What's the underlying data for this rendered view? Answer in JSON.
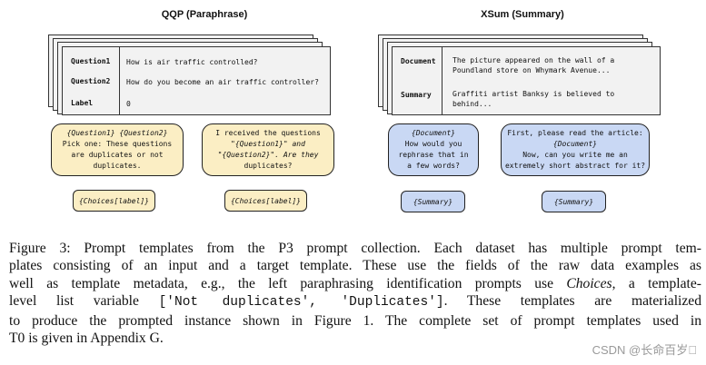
{
  "left_panel": {
    "title": "QQP (Paraphrase)",
    "rows": [
      {
        "key": "Question1",
        "value": "How is air traffic controlled?"
      },
      {
        "key": "Question2",
        "value": "How do you become an air traffic controller?"
      },
      {
        "key": "Label",
        "value": "0"
      }
    ],
    "templates": [
      {
        "lines": [
          "{Question1} {Question2}",
          "Pick one: These questions",
          "are duplicates or not",
          "duplicates."
        ],
        "target": "{Choices[label]}"
      },
      {
        "lines": [
          "I received the questions",
          "\"{Question1}\" and",
          "\"{Question2}\". Are they",
          "duplicates?"
        ],
        "target": "{Choices[label]}"
      }
    ]
  },
  "right_panel": {
    "title": "XSum (Summary)",
    "rows": [
      {
        "key": "Document",
        "value_lines": [
          "The picture appeared on the wall of a",
          "Poundland store on Whymark Avenue..."
        ]
      },
      {
        "key": "Summary",
        "value_lines": [
          "Graffiti artist Banksy is believed to",
          "behind..."
        ]
      }
    ],
    "templates": [
      {
        "lines": [
          "{Document}",
          "How would you",
          "rephrase that in",
          "a few words?"
        ],
        "target": "{Summary}"
      },
      {
        "lines": [
          "First, please read the article:",
          "{Document}",
          "Now, can you write me an",
          "extremely short abstract for it?"
        ],
        "target": "{Summary}"
      }
    ]
  },
  "caption": {
    "line1": "Figure 3: Prompt templates from the P3 prompt collection. Each dataset has multiple prompt tem-",
    "line2": "plates consisting of an input and a target template. These use the fields of the raw data examples as",
    "line3_a": "well as template metadata, e.g., the left paraphrasing identification prompts use ",
    "line3_b": "Choices",
    "line3_c": ", a template-",
    "line4_a": "level list variable ",
    "line4_code": "['Not duplicates', 'Duplicates']",
    "line4_c": ". These templates are materialized",
    "line5": "to produce the prompted instance shown in Figure 1. The complete set of prompt templates used in",
    "line6": "T0 is given in Appendix G."
  },
  "watermark": "CSDN @长命百岁\u0000",
  "colors": {
    "template_fill": "#fbeec4",
    "summary_fill": "#c9d8f4",
    "card_fill": "#f2f2f2"
  }
}
